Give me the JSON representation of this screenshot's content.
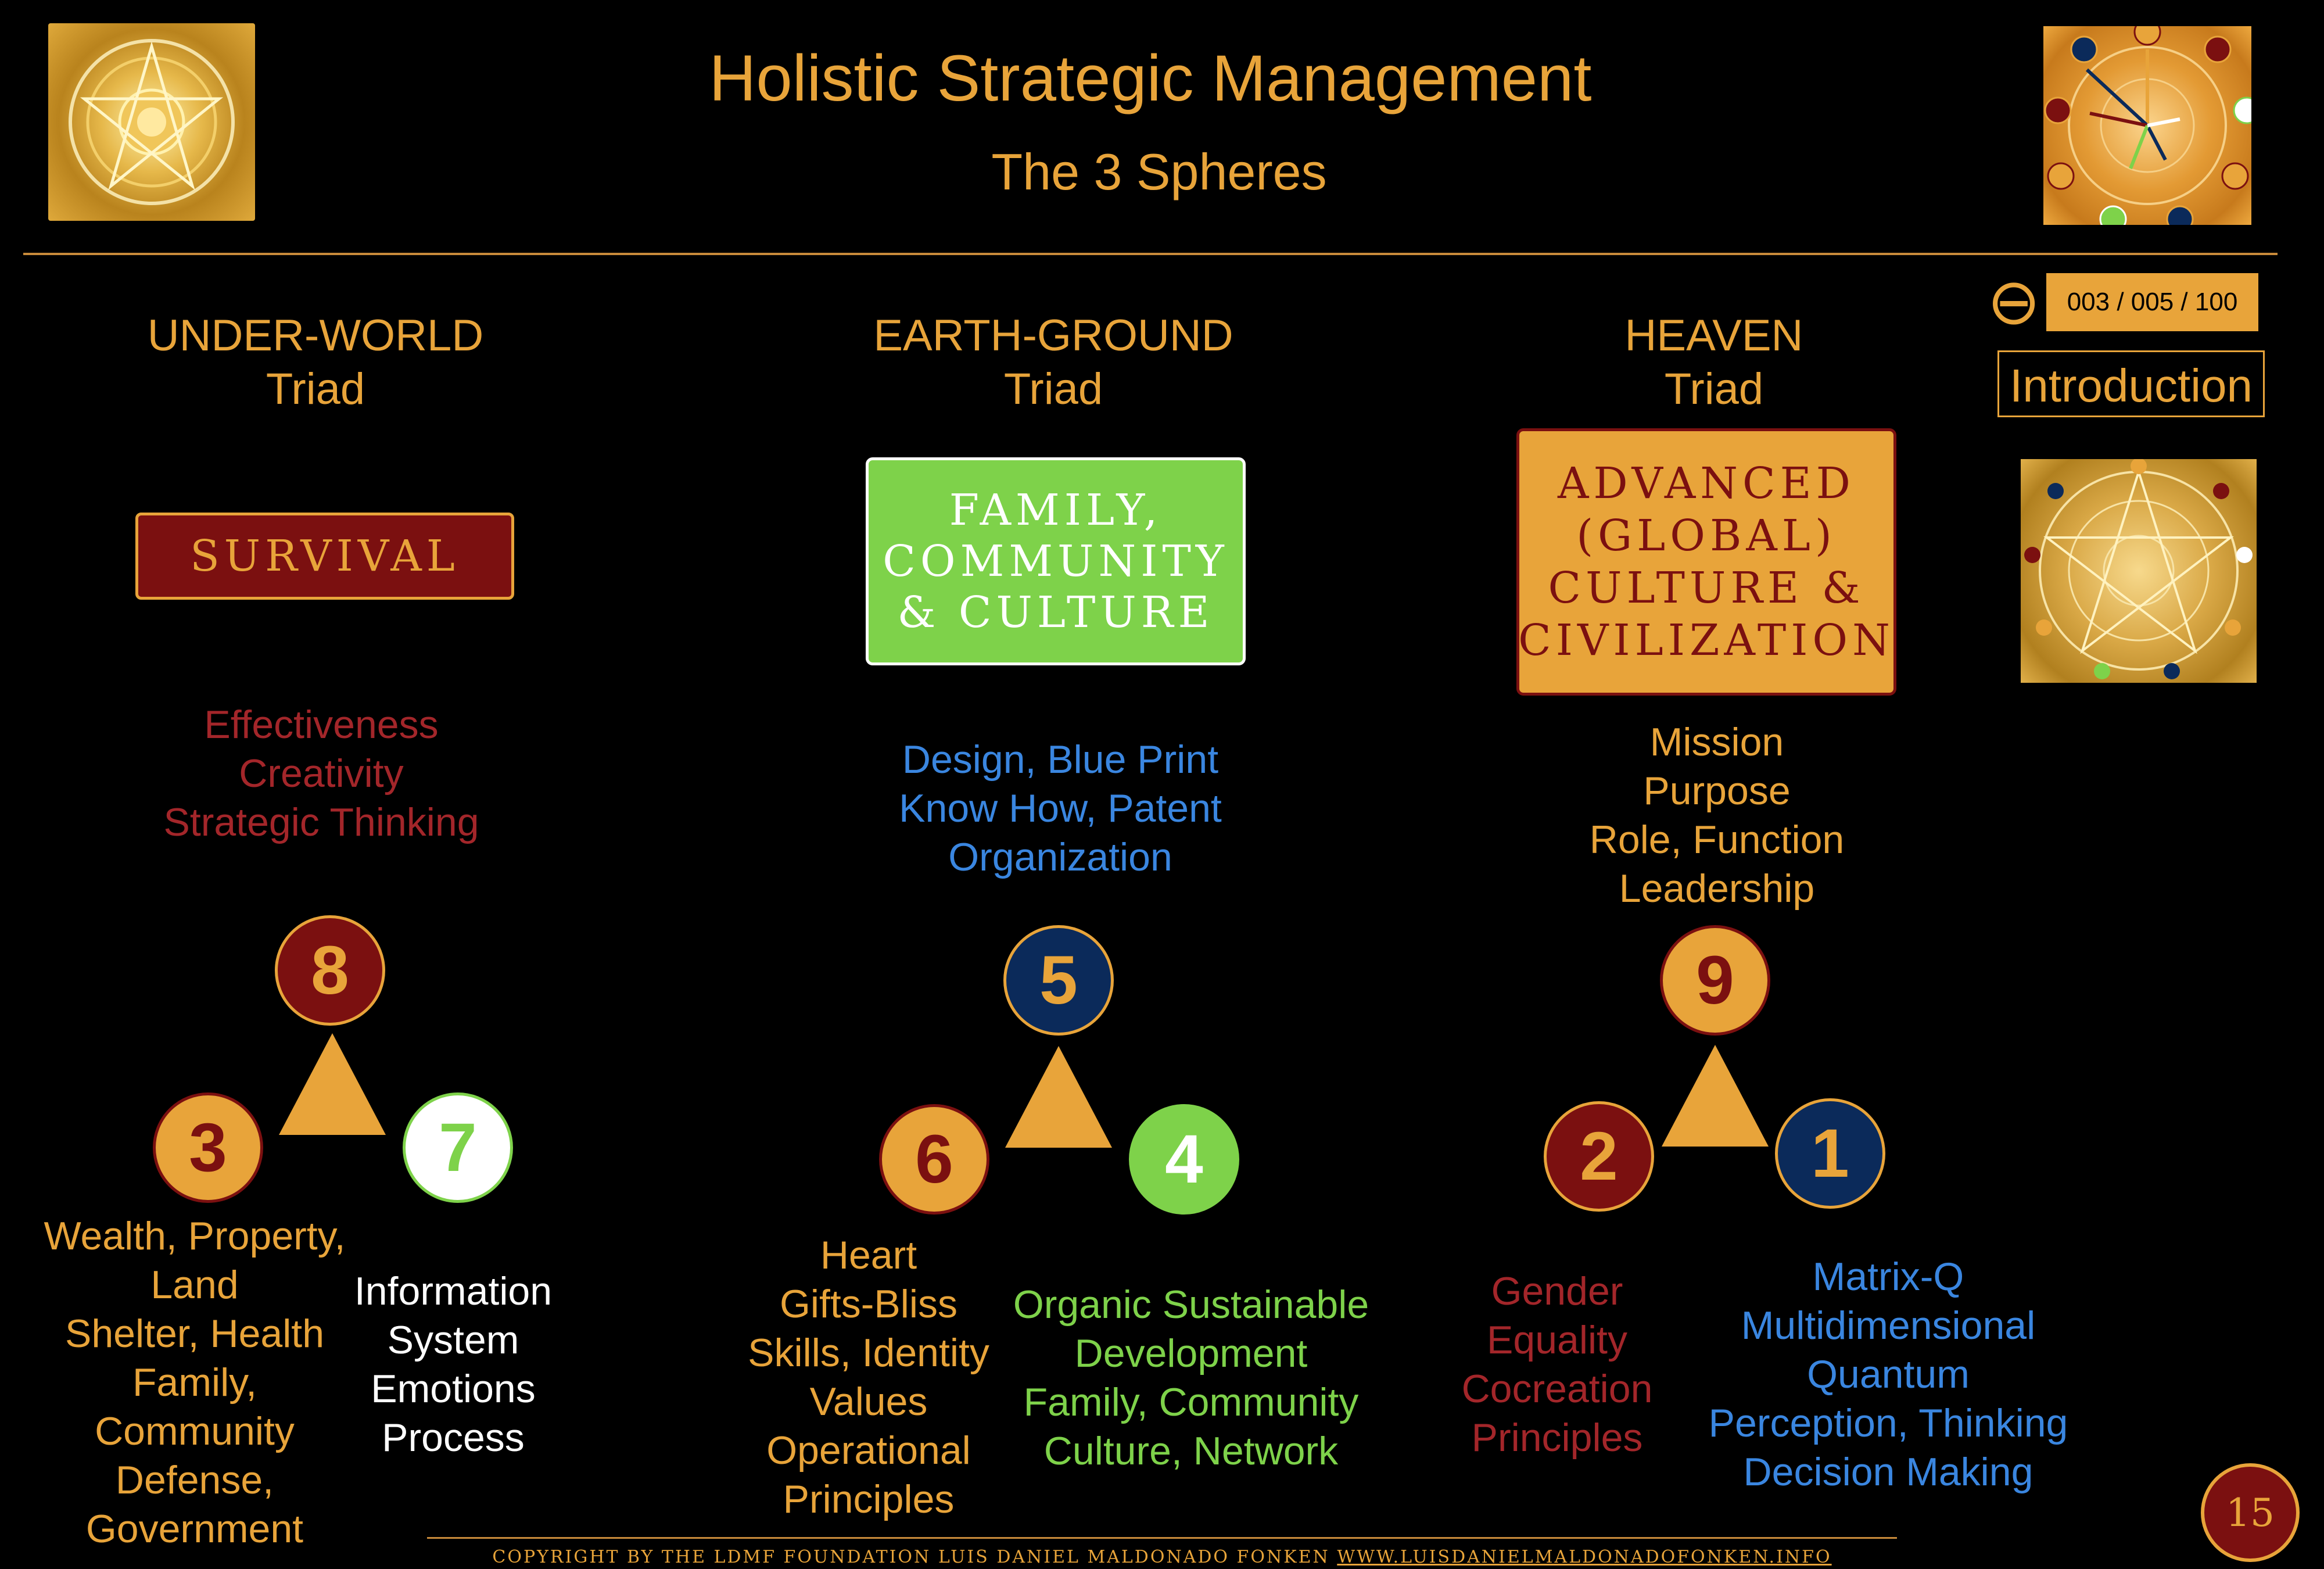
{
  "header": {
    "title": "Holistic Strategic Management",
    "subtitle": "The 3 Spheres"
  },
  "nav": {
    "page_counter": "003 / 005 / 100",
    "intro_label": "Introduction",
    "slide_number": "15"
  },
  "columns": [
    {
      "heading_line1": "UNDER-WORLD",
      "heading_line2": "Triad",
      "box_label": "SURVIVAL",
      "qualities": [
        "Effectiveness",
        "Creativity",
        "Strategic Thinking"
      ],
      "top_number": "8",
      "left_number": "3",
      "right_number": "7",
      "left_text": [
        "Wealth, Property,",
        "Land",
        "Shelter, Health",
        "Family,",
        "Community",
        "Defense,",
        "Government"
      ],
      "right_text": [
        "Information",
        "System",
        "Emotions",
        "Process"
      ]
    },
    {
      "heading_line1": "EARTH-GROUND",
      "heading_line2": "Triad",
      "box_lines": [
        "FAMILY,",
        "COMMUNITY",
        "& CULTURE"
      ],
      "qualities": [
        "Design, Blue Print",
        "Know How, Patent",
        "Organization"
      ],
      "top_number": "5",
      "left_number": "6",
      "right_number": "4",
      "left_text": [
        "Heart",
        "Gifts-Bliss",
        "Skills, Identity",
        "Values",
        "Operational",
        "Principles"
      ],
      "right_text": [
        "Organic Sustainable",
        "Development",
        "Family, Community",
        "Culture, Network"
      ]
    },
    {
      "heading_line1": "HEAVEN",
      "heading_line2": "Triad",
      "box_lines": [
        "ADVANCED",
        "(GLOBAL)",
        "CULTURE &",
        "CIVILIZATION"
      ],
      "qualities": [
        "Mission",
        "Purpose",
        "Role, Function",
        "Leadership"
      ],
      "top_number": "9",
      "left_number": "2",
      "right_number": "1",
      "left_text": [
        "Gender",
        "Equality",
        "Cocreation",
        "Principles"
      ],
      "right_text": [
        "Matrix-Q",
        "Multidimensional",
        "Quantum",
        "Perception, Thinking",
        "Decision Making"
      ]
    }
  ],
  "footer": {
    "copyright": "COPYRIGHT BY THE LDMF FOUNDATION LUIS DANIEL MALDONADO FONKEN",
    "url": "WWW.LUISDANIELMALDONADOFONKEN.INFO"
  },
  "colors": {
    "gold": "#e8a43a",
    "dark_red": "#7b1010",
    "navy": "#0b2a5a",
    "green": "#7ed24a",
    "blue_text": "#3a86e0"
  },
  "icons": {
    "logo": "enneagram-star-logo",
    "top_thumbnail": "enneagram-compass-icon",
    "mid_thumbnail": "enneagram-star-thumbnail",
    "theta": "theta-symbol-icon"
  }
}
